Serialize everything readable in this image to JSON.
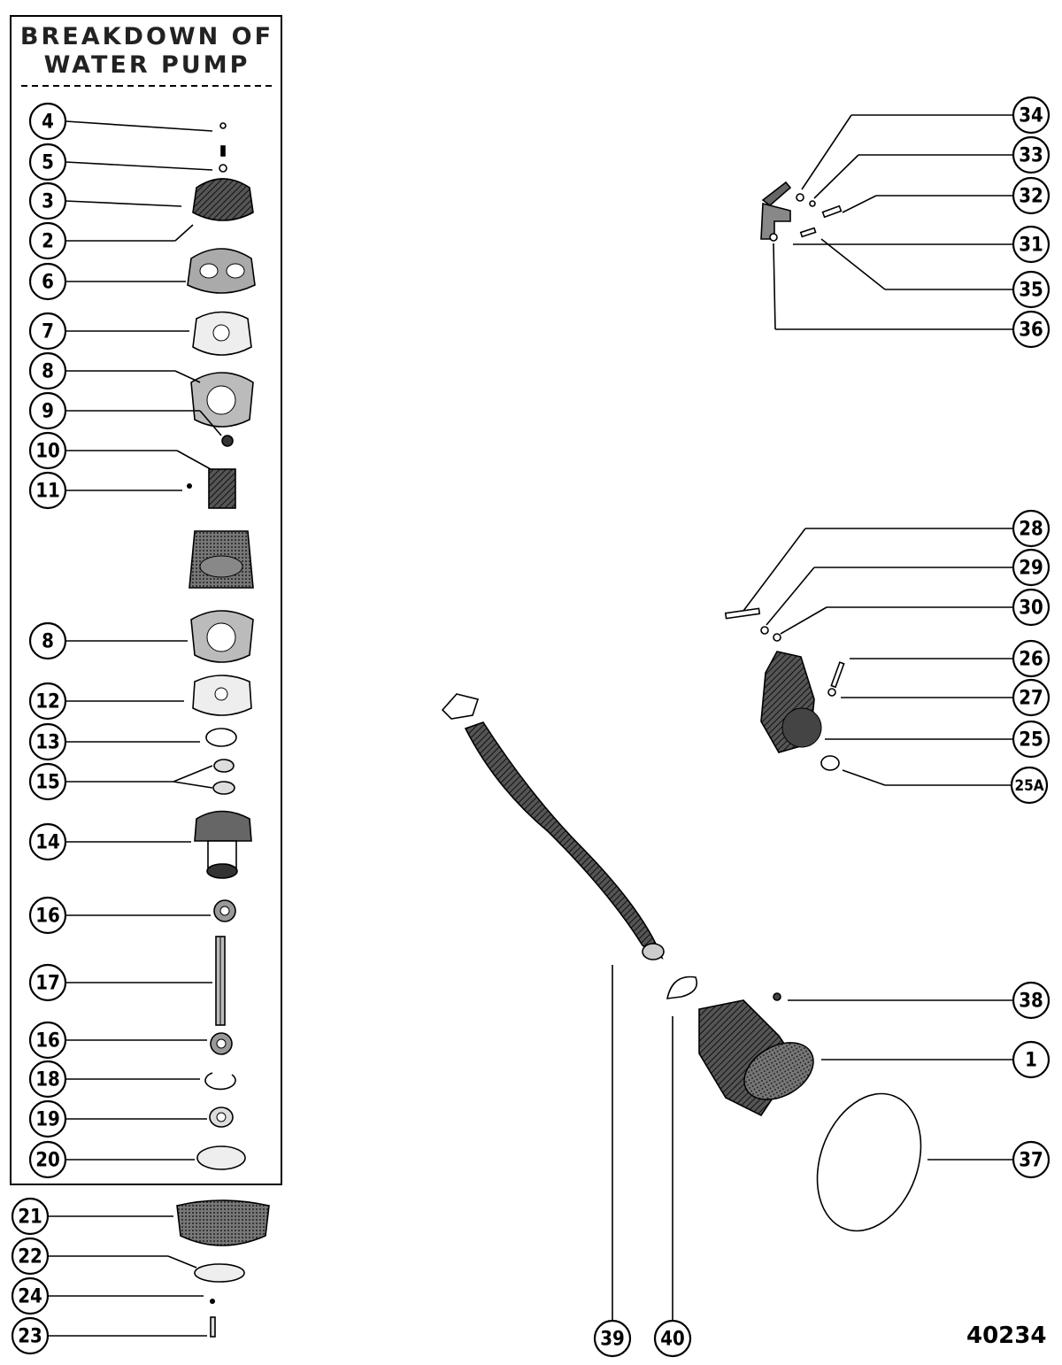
{
  "title": {
    "line1": "BREAKDOWN OF",
    "line2": "WATER PUMP"
  },
  "figure_number": "40234",
  "callouts": [
    {
      "label": "4"
    },
    {
      "label": "5"
    },
    {
      "label": "3"
    },
    {
      "label": "2"
    },
    {
      "label": "6"
    },
    {
      "label": "7"
    },
    {
      "label": "8"
    },
    {
      "label": "9"
    },
    {
      "label": "10"
    },
    {
      "label": "11"
    },
    {
      "label": "8"
    },
    {
      "label": "12"
    },
    {
      "label": "13"
    },
    {
      "label": "15"
    },
    {
      "label": "14"
    },
    {
      "label": "16"
    },
    {
      "label": "17"
    },
    {
      "label": "16"
    },
    {
      "label": "18"
    },
    {
      "label": "19"
    },
    {
      "label": "20"
    },
    {
      "label": "21"
    },
    {
      "label": "22"
    },
    {
      "label": "24"
    },
    {
      "label": "23"
    },
    {
      "label": "34"
    },
    {
      "label": "33"
    },
    {
      "label": "32"
    },
    {
      "label": "31"
    },
    {
      "label": "35"
    },
    {
      "label": "36"
    },
    {
      "label": "28"
    },
    {
      "label": "29"
    },
    {
      "label": "30"
    },
    {
      "label": "26"
    },
    {
      "label": "27"
    },
    {
      "label": "25"
    },
    {
      "label": "25A"
    },
    {
      "label": "38"
    },
    {
      "label": "1"
    },
    {
      "label": "37"
    },
    {
      "label": "39"
    },
    {
      "label": "40"
    }
  ]
}
